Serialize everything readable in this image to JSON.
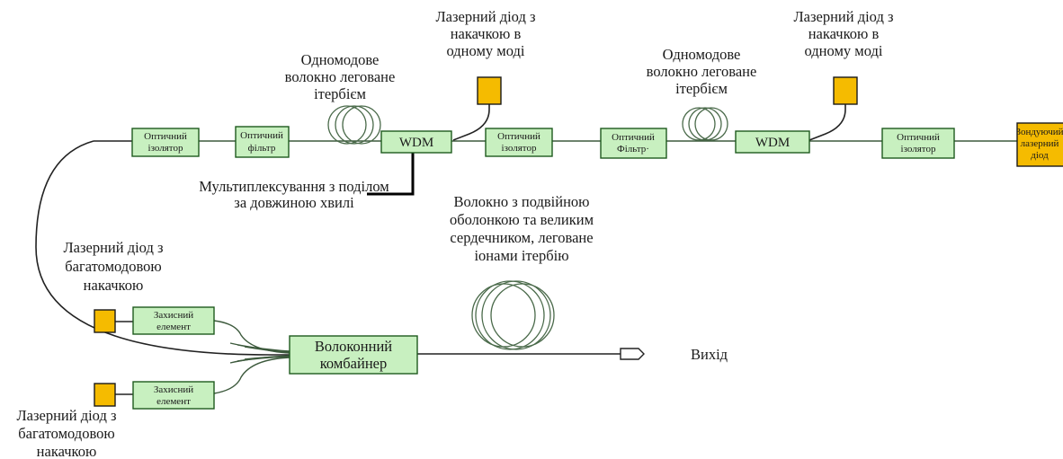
{
  "top_line": {
    "isolator_1": [
      "Оптичний",
      "ізолятор"
    ],
    "filter_1": [
      "Оптичний",
      "фільтр"
    ],
    "fiber_1": [
      "Одномодове",
      "волокно леговане",
      "ітербієм"
    ],
    "pump_1": [
      "Лазерний діод з",
      "накачкою в",
      "одному моді"
    ],
    "wdm_1": "WDM",
    "isolator_2": [
      "Оптичний",
      "ізолятор"
    ],
    "filter_2": [
      "Оптичний",
      "Фільтр·"
    ],
    "fiber_2": [
      "Одномодове",
      "волокно леговане",
      "ітербієм"
    ],
    "pump_2": [
      "Лазерний діод з",
      "накачкою в",
      "одному моді"
    ],
    "wdm_2": "WDM",
    "isolator_3": [
      "Оптичний",
      "ізолятор"
    ],
    "seed_diode": [
      "Зондуючий",
      "лазерний",
      "діод"
    ]
  },
  "wdm_note": [
    "Мультиплексування з поділом",
    "за довжиною хвилі"
  ],
  "bottom_line": {
    "pump_top": [
      "Лазерний діод з",
      "багатомодовою",
      "накачкою"
    ],
    "protect_top": [
      "Захисний",
      "елемент"
    ],
    "pump_bottom": [
      "Лазерний діод з",
      "багатомодовою",
      "накачкою"
    ],
    "protect_bottom": [
      "Захисний",
      "елемент"
    ],
    "combiner": [
      "Волоконний",
      "комбайнер"
    ],
    "double_clad_fiber": [
      "Волокно з подвійною",
      "оболонкою та великим",
      "сердечником, леговане",
      "іонами ітербію"
    ],
    "output": "Вихід"
  },
  "colors": {
    "box_fill": "#c8f0c0",
    "box_stroke": "#1e5a1e",
    "diode_fill": "#f5bb00"
  }
}
